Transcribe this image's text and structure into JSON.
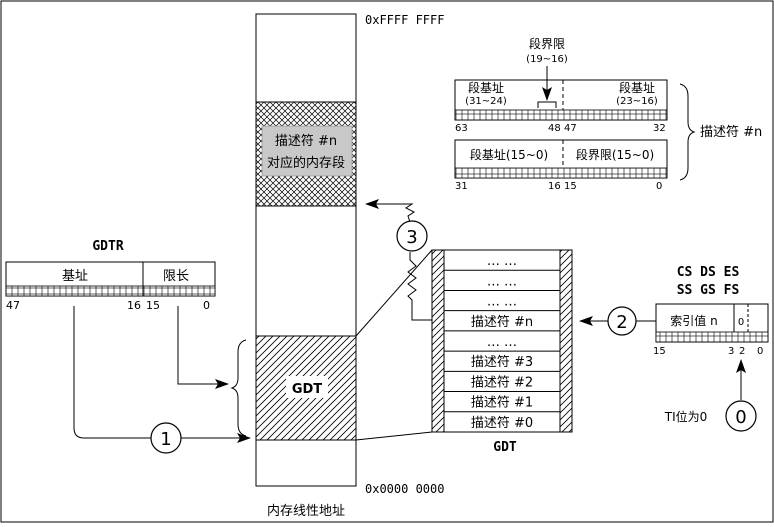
{
  "memory": {
    "top_address": "0xFFFF FFFF",
    "bottom_address": "0x0000 0000",
    "caption": "内存线性地址",
    "segment_label_line1": "描述符 #n",
    "segment_label_line2": "对应的内存段",
    "gdt_block_label": "GDT"
  },
  "gdtr": {
    "title": "GDTR",
    "base_label": "基址",
    "limit_label": "限长",
    "bit_47": "47",
    "bit_16": "16",
    "bit_15": "15",
    "bit_0": "0"
  },
  "gdt_table": {
    "caption": "GDT",
    "rows": [
      "… …",
      "… …",
      "… …",
      "描述符 #n",
      "… …",
      "描述符 #3",
      "描述符 #2",
      "描述符 #1",
      "描述符 #0"
    ]
  },
  "descriptor": {
    "limit_top": "段界限",
    "limit_top_bits": "(19~16)",
    "base_hi": "段基址",
    "base_hi_bits": "(31~24)",
    "base_mid": "段基址",
    "base_mid_bits": "(23~16)",
    "bit_63": "63",
    "bit_48": "48",
    "bit_47": "47",
    "bit_32": "32",
    "base_lo": "段基址(15~0)",
    "limit_lo": "段界限(15~0)",
    "bit_31": "31",
    "bit_16": "16",
    "bit_15": "15",
    "bit_0": "0",
    "brace_label": "描述符 #n"
  },
  "selector": {
    "regs_line1": "CS DS ES",
    "regs_line2": "SS GS FS",
    "index_label": "索引值 n",
    "ti_bit": "0",
    "bit_15": "15",
    "bit_3": "3",
    "bit_2": "2",
    "bit_0": "0",
    "ti_note": "TI位为0"
  },
  "steps": {
    "s0": "0",
    "s1": "1",
    "s2": "2",
    "s3": "3"
  }
}
